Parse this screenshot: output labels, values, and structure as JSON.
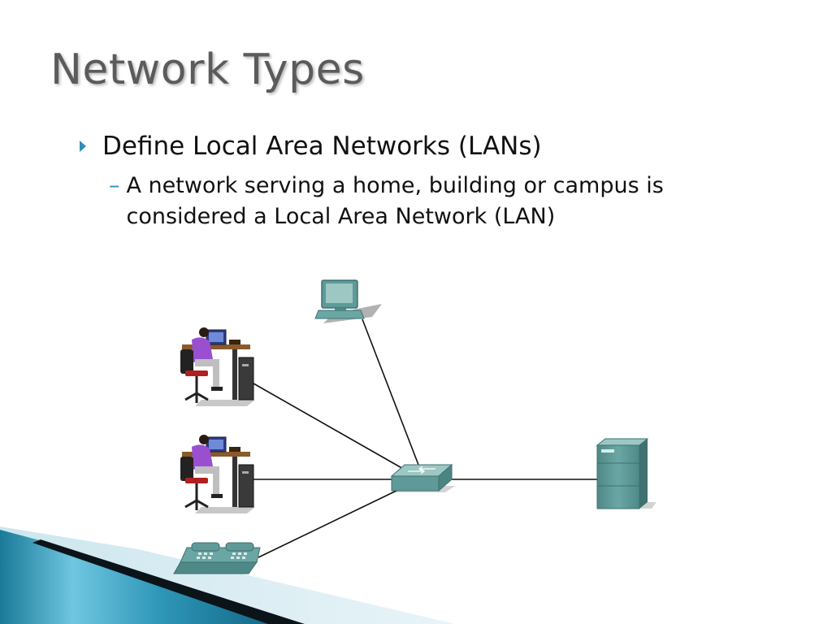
{
  "slide": {
    "title": "Network Types",
    "bullet": "Define Local Area Networks (LANs)",
    "sub_dash": "–",
    "sub_bullet": "A network serving a home, building or campus is considered a Local Area Network (LAN)"
  },
  "colors": {
    "title": "#5b5b5b",
    "accent": "#2e8fb8",
    "device": "#5f9a98",
    "device_dark": "#3e7170",
    "device_light": "#9cc7c3"
  },
  "diagram": {
    "nodes": [
      {
        "id": "workstation",
        "icon": "terminal-computer-icon"
      },
      {
        "id": "user1",
        "icon": "user-at-desk-icon"
      },
      {
        "id": "user2",
        "icon": "user-at-desk-icon"
      },
      {
        "id": "switch",
        "icon": "lan-switch-icon"
      },
      {
        "id": "server",
        "icon": "server-icon"
      },
      {
        "id": "phone",
        "icon": "ip-phone-icon"
      }
    ],
    "links": [
      [
        "workstation",
        "switch"
      ],
      [
        "user1",
        "switch"
      ],
      [
        "user2",
        "switch"
      ],
      [
        "phone",
        "switch"
      ],
      [
        "switch",
        "server"
      ]
    ]
  }
}
